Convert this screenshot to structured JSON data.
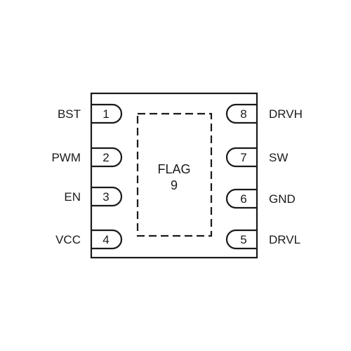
{
  "package": {
    "pins": [
      {
        "number": "1",
        "label": "BST",
        "side": "left"
      },
      {
        "number": "2",
        "label": "PWM",
        "side": "left"
      },
      {
        "number": "3",
        "label": "EN",
        "side": "left"
      },
      {
        "number": "4",
        "label": "VCC",
        "side": "left"
      },
      {
        "number": "5",
        "label": "DRVL",
        "side": "right"
      },
      {
        "number": "6",
        "label": "GND",
        "side": "right"
      },
      {
        "number": "7",
        "label": "SW",
        "side": "right"
      },
      {
        "number": "8",
        "label": "DRVH",
        "side": "right"
      }
    ],
    "pad": {
      "line1": "FLAG",
      "line2": "9"
    },
    "colors": {
      "stroke": "#1a1a1a",
      "background": "#ffffff"
    }
  }
}
